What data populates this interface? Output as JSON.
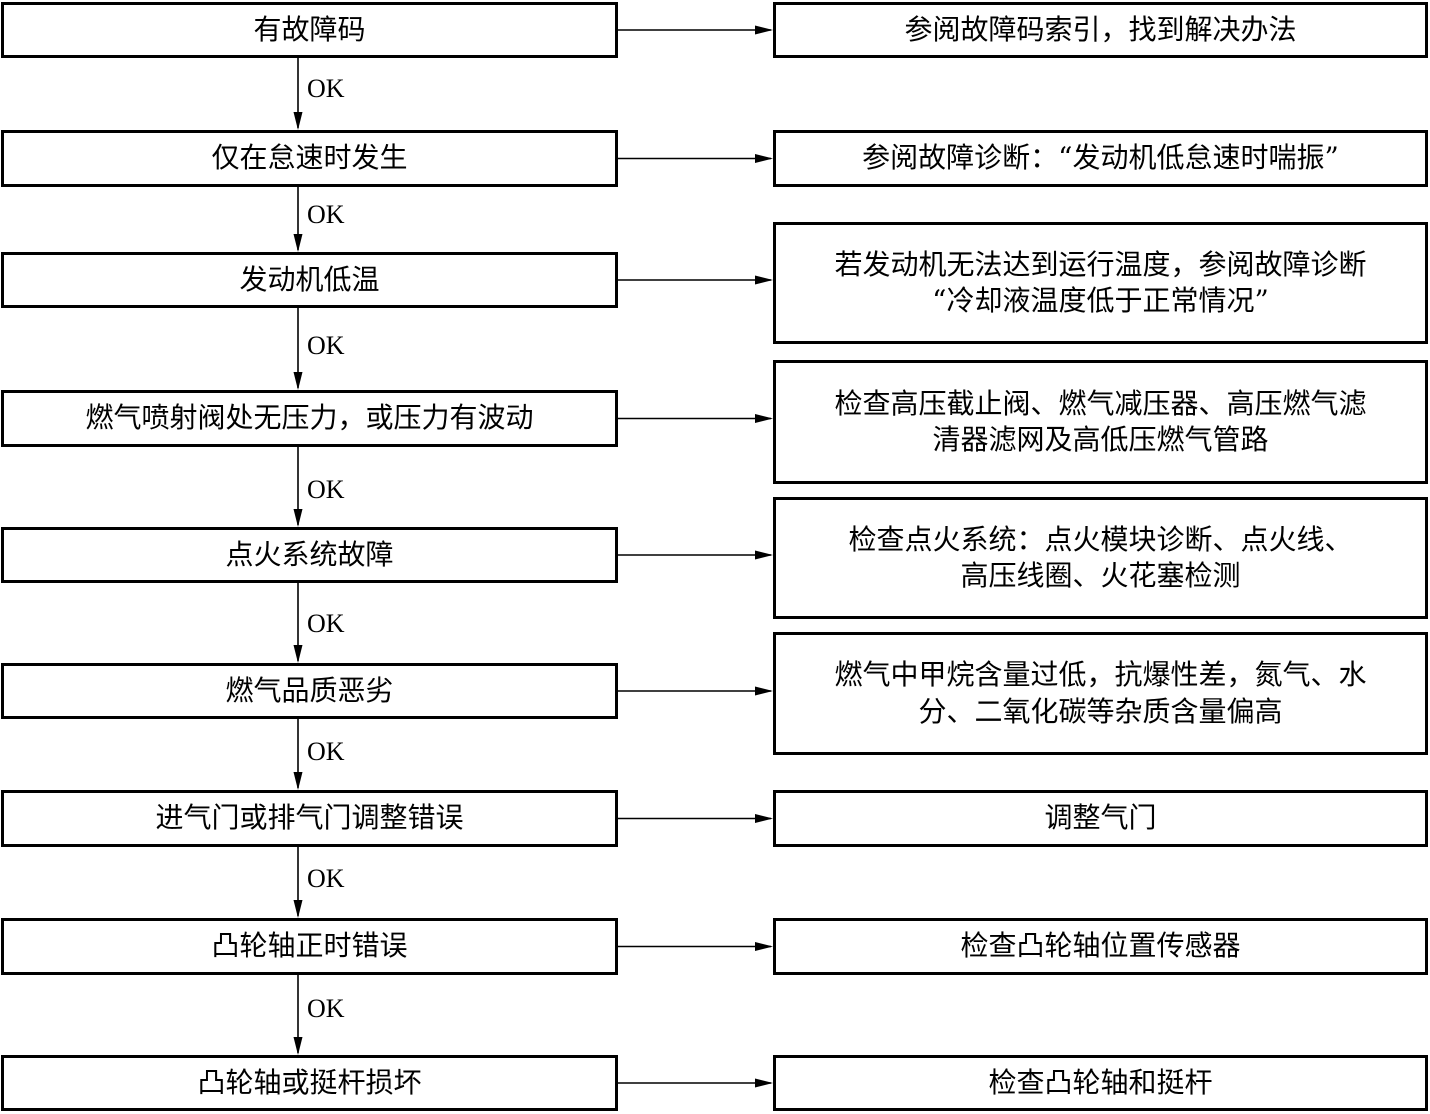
{
  "connector_label": "OK",
  "steps": [
    {
      "condition": "有故障码",
      "action_lines": [
        "参阅故障码索引，找到解决办法"
      ]
    },
    {
      "condition": "仅在怠速时发生",
      "action_lines": [
        "参阅故障诊断：“发动机低怠速时喘振”"
      ]
    },
    {
      "condition": "发动机低温",
      "action_lines": [
        "若发动机无法达到运行温度，参阅故障诊断",
        "“冷却液温度低于正常情况”"
      ]
    },
    {
      "condition": "燃气喷射阀处无压力，或压力有波动",
      "action_lines": [
        "检查高压截止阀、燃气减压器、高压燃气滤",
        "清器滤网及高低压燃气管路"
      ]
    },
    {
      "condition": "点火系统故障",
      "action_lines": [
        "检查点火系统：点火模块诊断、点火线、",
        "高压线圈、火花塞检测"
      ]
    },
    {
      "condition": "燃气品质恶劣",
      "action_lines": [
        "燃气中甲烷含量过低，抗爆性差，氮气、水",
        "分、二氧化碳等杂质含量偏高"
      ]
    },
    {
      "condition": "进气门或排气门调整错误",
      "action_lines": [
        "调整气门"
      ]
    },
    {
      "condition": "凸轮轴正时错误",
      "action_lines": [
        "检查凸轮轴位置传感器"
      ]
    },
    {
      "condition": "凸轮轴或挺杆损坏",
      "action_lines": [
        "检查凸轮轴和挺杆"
      ]
    }
  ]
}
